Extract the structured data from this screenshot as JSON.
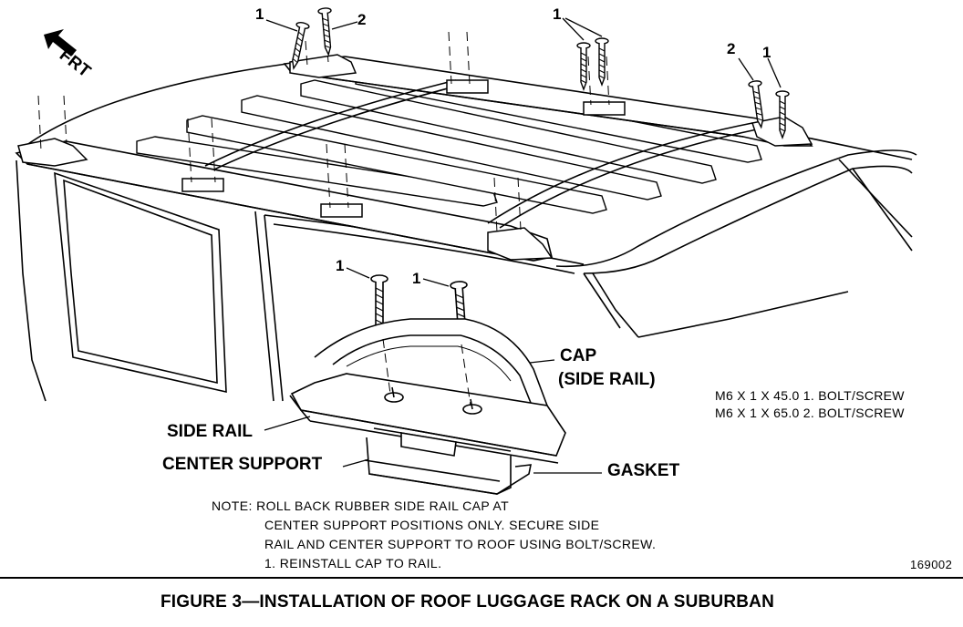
{
  "direction": {
    "label": "FRT",
    "icon": "arrow-forward-icon"
  },
  "callouts": {
    "top_left_1": "1",
    "top_left_2": "2",
    "top_mid_1": "1",
    "right_2": "2",
    "right_1": "1",
    "detail_1a": "1",
    "detail_1b": "1"
  },
  "labels": {
    "cap_line1": "CAP",
    "cap_line2": "(SIDE RAIL)",
    "side_rail": "SIDE RAIL",
    "center_support": "CENTER SUPPORT",
    "gasket": "GASKET"
  },
  "legend": {
    "line1": "M6 X 1 X 45.0 1. BOLT/SCREW",
    "line2": "M6 X 1 X 65.0 2. BOLT/SCREW"
  },
  "note": {
    "line1": "NOTE: ROLL BACK RUBBER SIDE RAIL CAP AT",
    "line2": "CENTER SUPPORT POSITIONS ONLY. SECURE SIDE",
    "line3": "RAIL AND CENTER SUPPORT TO ROOF USING BOLT/SCREW.",
    "line4": "1. REINSTALL CAP TO RAIL."
  },
  "figure_number": "169002",
  "caption": "FIGURE 3—INSTALLATION OF ROOF LUGGAGE RACK ON A SUBURBAN"
}
